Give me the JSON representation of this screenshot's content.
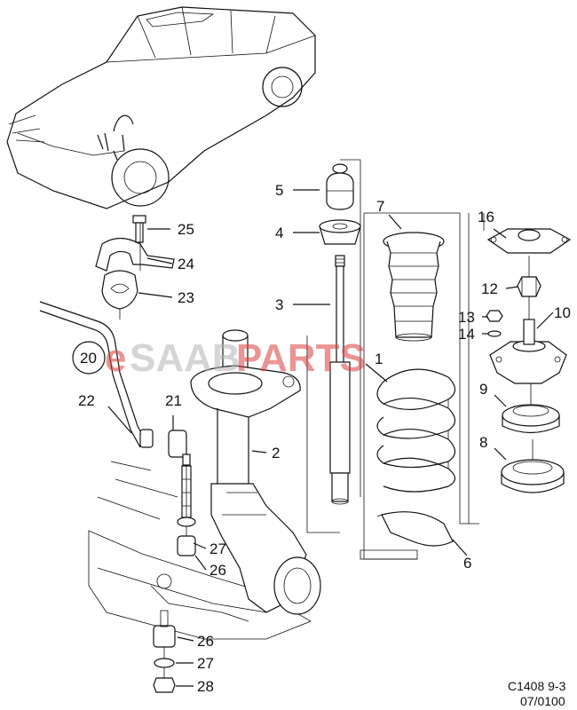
{
  "watermark": {
    "prefix": "e",
    "brand": "SAAB",
    "suffix": "PARTS"
  },
  "colors": {
    "watermark_red": "#d94040",
    "watermark_grey": "#b3b3b3",
    "line": "#111111"
  },
  "callouts": {
    "c1": "1",
    "c2": "2",
    "c3": "3",
    "c4": "4",
    "c5": "5",
    "c6": "6",
    "c7": "7",
    "c8": "8",
    "c9": "9",
    "c10": "10",
    "c12": "12",
    "c13": "13",
    "c14": "14",
    "c16": "16",
    "c20": "20",
    "c21": "21",
    "c22": "22",
    "c23": "23",
    "c24": "24",
    "c25": "25",
    "c26a": "26",
    "c26b": "26",
    "c27a": "27",
    "c27b": "27",
    "c28": "28"
  },
  "reference": {
    "code": "C1408 9-3",
    "date": "07/0100"
  }
}
